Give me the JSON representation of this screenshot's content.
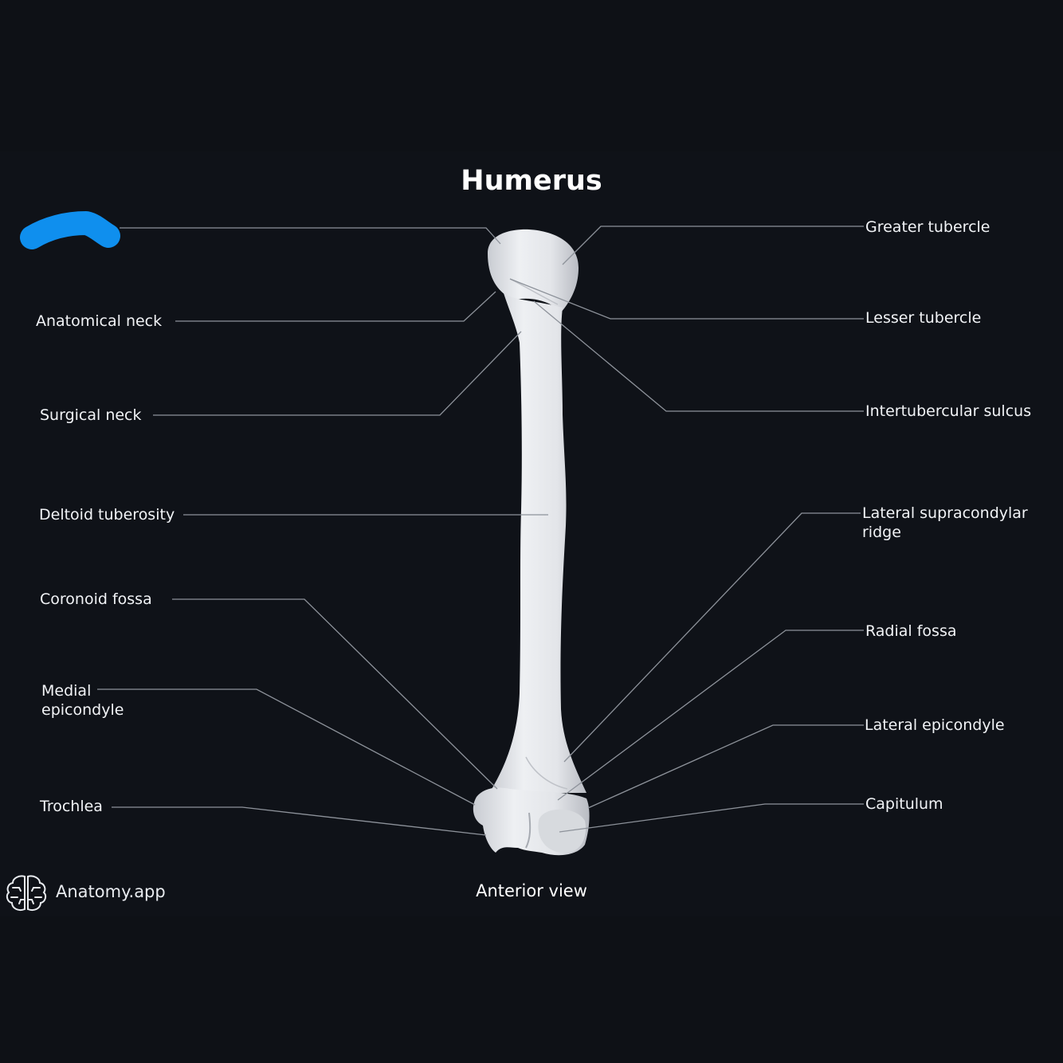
{
  "title": "Humerus",
  "subtitle": "Anterior view",
  "brand": {
    "name": "Anatomy.app",
    "icon": "brain-icon"
  },
  "colors": {
    "background": "#0e1116",
    "bone": "#e6e8ec",
    "leader_line": "#8d929a",
    "highlight": "#0f8fee"
  },
  "labels_left": {
    "anatomical_neck": "Anatomical neck",
    "surgical_neck": "Surgical neck",
    "deltoid_tuberosity": "Deltoid tuberosity",
    "coronoid_fossa": "Coronoid fossa",
    "medial_epicondyle_1": "Medial",
    "medial_epicondyle_2": "epicondyle",
    "trochlea": "Trochlea"
  },
  "labels_right": {
    "greater_tubercle": "Greater tubercle",
    "lesser_tubercle": "Lesser tubercle",
    "intertubercular_sulcus": "Intertubercular sulcus",
    "lateral_supracondylar_ridge_1": "Lateral supracondylar",
    "lateral_supracondylar_ridge_2": "ridge",
    "radial_fossa": "Radial fossa",
    "lateral_epicondyle": "Lateral epicondyle",
    "capitulum": "Capitulum"
  }
}
